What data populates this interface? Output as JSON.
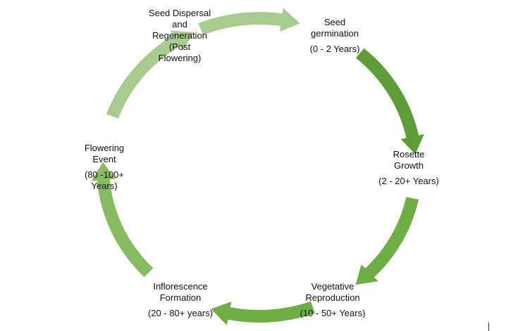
{
  "diagram": {
    "stages": [
      {
        "id": "seed-germination",
        "name_lines": [
          "Seed",
          "germination"
        ],
        "duration": "(0 - 2 Years)"
      },
      {
        "id": "rosette-growth",
        "name_lines": [
          "Rosette",
          "Growth"
        ],
        "duration": "(2 - 20+ Years)"
      },
      {
        "id": "vegetative-reproduction",
        "name_lines": [
          "Vegetative",
          "Reproduction"
        ],
        "duration": "(10 - 50+ Years)"
      },
      {
        "id": "inflorescence-formation",
        "name_lines": [
          "Inflorescence",
          "Formation"
        ],
        "duration": "(20 - 80+ years)"
      },
      {
        "id": "flowering-event",
        "name_lines": [
          "Flowering",
          "Event"
        ],
        "duration_lines": [
          "(80 -100+",
          "Years)"
        ]
      },
      {
        "id": "seed-dispersal",
        "name_lines": [
          "Seed Dispersal",
          "and",
          "Regeneration"
        ],
        "duration_lines": [
          "(Post",
          "Flowering)"
        ]
      }
    ],
    "arrow_colors": [
      "#a8cc8f",
      "#5e9c3a",
      "#6fae45",
      "#6fae45",
      "#87bc62",
      "#a8cc8f"
    ]
  }
}
